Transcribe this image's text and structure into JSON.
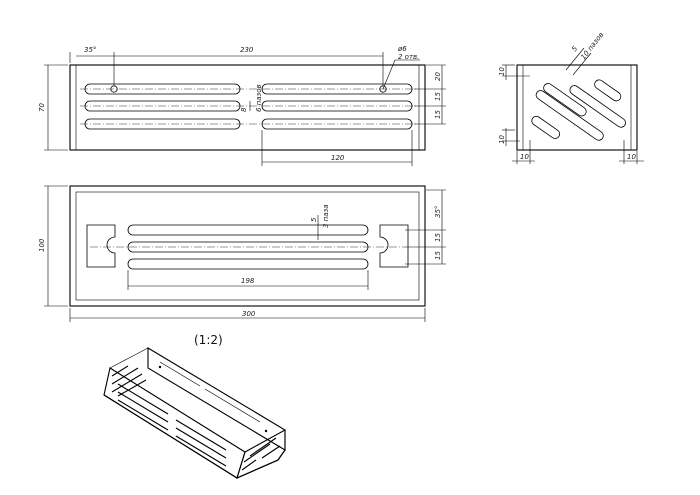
{
  "drawing": {
    "scale_label": "(1:2)",
    "front_view": {
      "dim_left_angle": "35°",
      "dim_length": "230",
      "dim_hole_dia": "ø6",
      "dim_hole_count": "2 отв.",
      "dim_height": "70",
      "dim_slot_height": "8",
      "dim_slot_count": "6 пазов",
      "dim_top_offset": "20",
      "dim_pitch_1": "15",
      "dim_pitch_2": "15",
      "dim_slot_length": "120"
    },
    "side_view": {
      "dim_slot_width": "5",
      "dim_slot_count": "10 пазов",
      "dim_top": "10",
      "dim_bottom": "10",
      "dim_left": "10",
      "dim_right": "10"
    },
    "top_view": {
      "dim_width": "100",
      "dim_length": "300",
      "dim_slot_width": "5",
      "dim_slot_count": "3 паза",
      "dim_angle": "35°",
      "dim_pitch_1": "15",
      "dim_pitch_2": "15",
      "dim_slot_length": "198"
    }
  }
}
